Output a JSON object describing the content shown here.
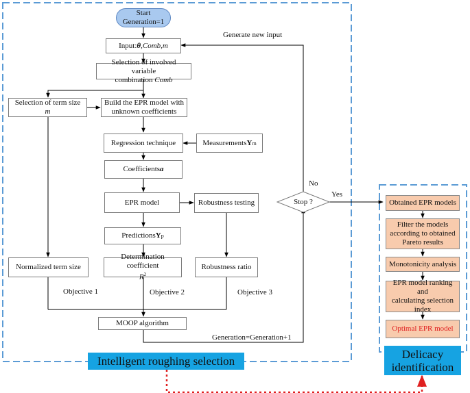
{
  "nodes": {
    "start": [
      "Start",
      "Generation=1"
    ],
    "input": {
      "prefix": "Input: ",
      "theta": "θ",
      "sep1": ", ",
      "comb": "Comb",
      "sep2": ", ",
      "m": "m"
    },
    "selection_comb": {
      "line1": "Selection of involved variable",
      "line2": "combination ",
      "var": "Comb"
    },
    "term_size": {
      "line1": "Selection of term size",
      "var": "m"
    },
    "build_epr": [
      "Build the EPR model with",
      "unknown coefficients"
    ],
    "regression": "Regression technique",
    "measurements": {
      "text": "Measurements ",
      "bold": "Y",
      "sub": "m"
    },
    "coefficients": {
      "text": "Coefficients ",
      "var": "a"
    },
    "epr_model": "EPR model",
    "robustness_testing": "Robustness testing",
    "predictions": {
      "text": "Predictions ",
      "bold": "Y",
      "sub": "p"
    },
    "normalized_term_size": "Normalized term size",
    "determination": {
      "line1": "Determination coefficient",
      "var": "R",
      "sup": "2"
    },
    "robustness_ratio": "Robustness ratio",
    "moop": "MOOP algorithm",
    "stop": "Stop ?"
  },
  "labels": {
    "generate_new_input": "Generate new input",
    "no": "No",
    "yes": "Yes",
    "objective1": "Objective 1",
    "objective2": "Objective 2",
    "objective3": "Objective 3",
    "generation_increment": "Generation=Generation+1"
  },
  "delicacy": {
    "obtained": "Obtained EPR models",
    "filter": [
      "Filter the models",
      "according to obtained",
      "Pareto results"
    ],
    "monotonicity": "Monotonicity analysis",
    "ranking": [
      "EPR model ranking and",
      "calculating selection",
      "index"
    ],
    "optimal": "Optimal EPR model"
  },
  "banners": {
    "left": "Intelligent roughing selection",
    "right_line1": "Delicacy",
    "right_line2": "identification"
  },
  "colors": {
    "dashed_frame": "#5b9bd5",
    "banner": "#16a3e2",
    "orange_box": "#f8cbad",
    "start_box": "#a9c9ef",
    "red_dotted": "#e02020"
  }
}
